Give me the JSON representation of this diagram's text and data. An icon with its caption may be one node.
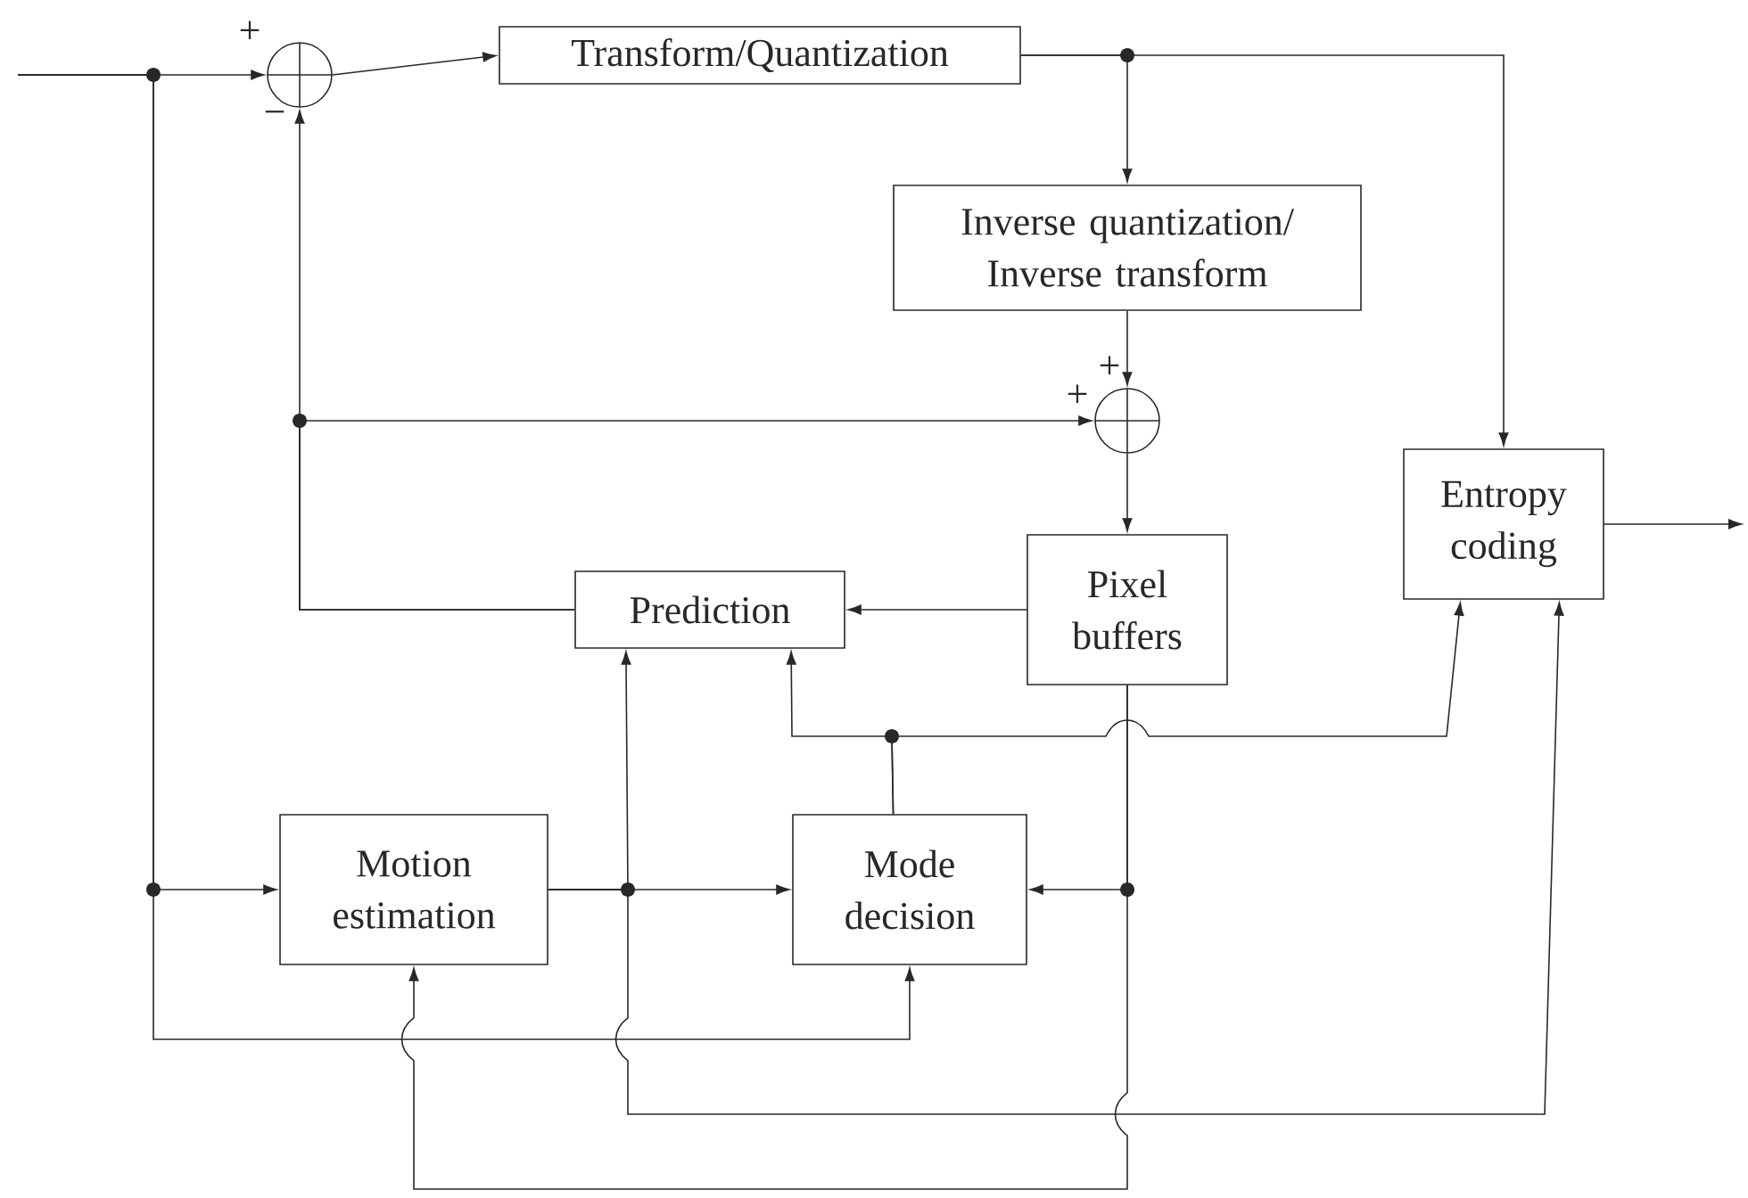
{
  "diagram": {
    "nodes": [
      {
        "text": [],
        "shape": "circle",
        "beside": [
          "+",
          "−"
        ]
      },
      {
        "text": [
          "Transform/Quantization"
        ]
      },
      {
        "text": [
          "Inverse quantization/ Inverse transform"
        ]
      },
      {
        "text": [],
        "shape": "circle",
        "beside": [
          "+",
          "+"
        ]
      },
      {
        "text": [
          "Entropy coding"
        ]
      },
      {
        "text": [
          "Prediction"
        ]
      },
      {
        "text": [
          "Pixel buffers"
        ]
      },
      {
        "text": [
          "Motion estimation"
        ]
      },
      {
        "text": [
          "Mode decision"
        ]
      }
    ],
    "edges": [
      {
        "from": null,
        "to": 0,
        "arrow": "to"
      },
      {
        "from": 0,
        "to": 1,
        "arrow": "to"
      },
      {
        "from": 1,
        "to": 2,
        "arrow": "to"
      },
      {
        "from": 1,
        "to": 4,
        "arrow": "to"
      },
      {
        "from": 2,
        "to": 3,
        "arrow": "to"
      },
      {
        "from": 3,
        "to": 6,
        "arrow": "to"
      },
      {
        "from": 4,
        "to": null,
        "arrow": "to"
      },
      {
        "from": 6,
        "to": 5,
        "arrow": "to"
      },
      {
        "from": 5,
        "to": 0,
        "arrow": "to"
      },
      {
        "from": 5,
        "to": 3,
        "arrow": "to"
      },
      {
        "from": null,
        "to": 7,
        "arrow": "to"
      },
      {
        "from": null,
        "to": 8,
        "arrow": "to"
      },
      {
        "from": 7,
        "to": 8,
        "arrow": "to"
      },
      {
        "from": 7,
        "to": 5,
        "arrow": "to"
      },
      {
        "from": 7,
        "to": 4,
        "arrow": "to"
      },
      {
        "from": 8,
        "to": 5,
        "arrow": "to"
      },
      {
        "from": 8,
        "to": 4,
        "arrow": "to"
      },
      {
        "from": 6,
        "to": 8,
        "arrow": "to"
      },
      {
        "from": 6,
        "to": 7,
        "arrow": "to"
      }
    ]
  }
}
